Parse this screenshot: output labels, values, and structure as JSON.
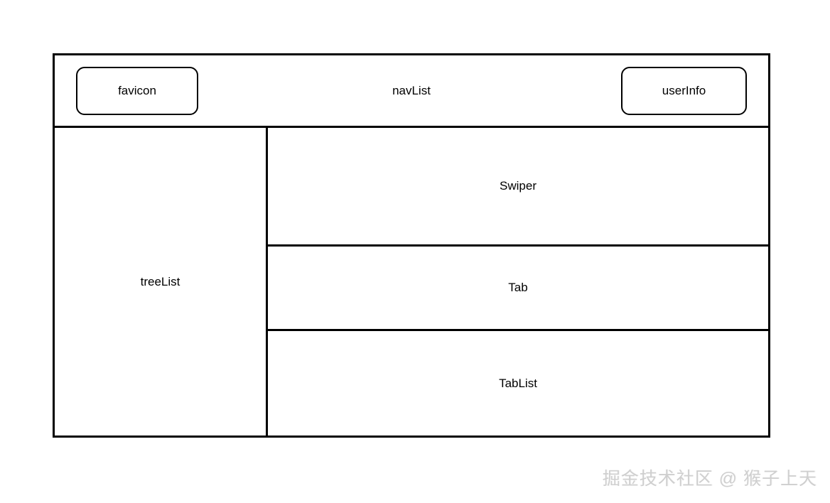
{
  "page": {
    "background_color": "#ffffff",
    "line_color": "#000000",
    "text_color": "#000000"
  },
  "wireframe": {
    "header": {
      "favicon_label": "favicon",
      "nav_label": "navList",
      "user_label": "userInfo"
    },
    "sidebar": {
      "label": "treeList"
    },
    "content_blocks": [
      {
        "label": "Swiper"
      },
      {
        "label": "Tab"
      },
      {
        "label": "TabList"
      }
    ]
  },
  "watermark": {
    "text": "掘金技术社区 @ 猴子上天",
    "color": "#cfcfcf"
  }
}
